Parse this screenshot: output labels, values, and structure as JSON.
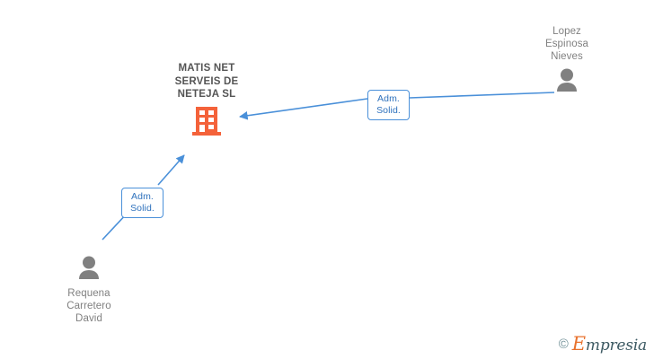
{
  "graph": {
    "company": {
      "name": "MATIS NET\nSERVEIS DE\nNETEJA SL",
      "icon": "building-icon",
      "color": "#f4623a"
    },
    "persons": [
      {
        "id": "lopez",
        "name": "Lopez\nEspinosa\nNieves",
        "icon": "person-icon",
        "color": "#808080",
        "relation": "Adm.\nSolid."
      },
      {
        "id": "requena",
        "name": "Requena\nCarretero\nDavid",
        "icon": "person-icon",
        "color": "#808080",
        "relation": "Adm.\nSolid."
      }
    ],
    "edge_color": "#4a90d9"
  },
  "watermark": {
    "copyright": "©",
    "brand_initial": "E",
    "brand_rest": "mpresia",
    "brand_color": "#e8722e"
  }
}
